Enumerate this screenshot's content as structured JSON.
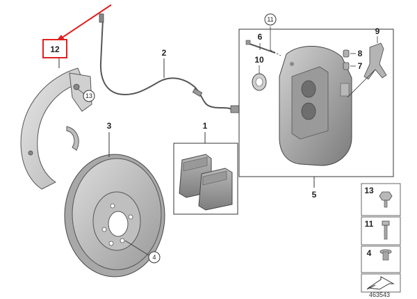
{
  "diagram": {
    "callouts": {
      "c1": "1",
      "c2": "2",
      "c3": "3",
      "c4": "4",
      "c5": "5",
      "c6": "6",
      "c7": "7",
      "c8": "8",
      "c9": "9",
      "c10": "10",
      "c11": "11",
      "c12": "12",
      "c13": "13"
    },
    "legend": {
      "row1": "13",
      "row2": "11",
      "row3": "4"
    },
    "reference_number": "463543",
    "colors": {
      "highlight": "#e02020",
      "part_fill": "#c9c9c9",
      "part_dark": "#8a8a8a",
      "outline": "#333333"
    }
  }
}
